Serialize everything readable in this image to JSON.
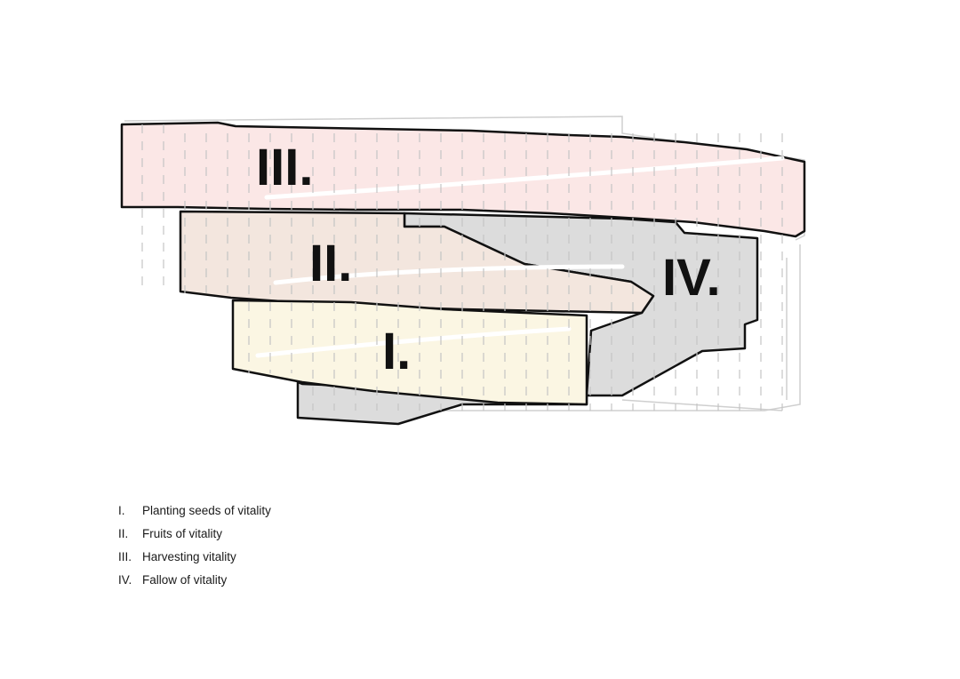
{
  "diagram": {
    "phases": [
      {
        "numeral": "I.",
        "color": "#fbf6e3"
      },
      {
        "numeral": "II.",
        "color": "#f3e6de"
      },
      {
        "numeral": "III.",
        "color": "#fbe7e6"
      },
      {
        "numeral": "IV.",
        "color": "#dcdcdc"
      }
    ],
    "outline_color": "#111111",
    "guide_color": "#c4c4c4"
  },
  "legend": {
    "items": [
      {
        "num": "I.",
        "label": "Planting seeds of vitality"
      },
      {
        "num": "II.",
        "label": "Fruits of vitality"
      },
      {
        "num": "III.",
        "label": "Harvesting vitality"
      },
      {
        "num": "IV.",
        "label": "Fallow of vitality"
      }
    ]
  }
}
